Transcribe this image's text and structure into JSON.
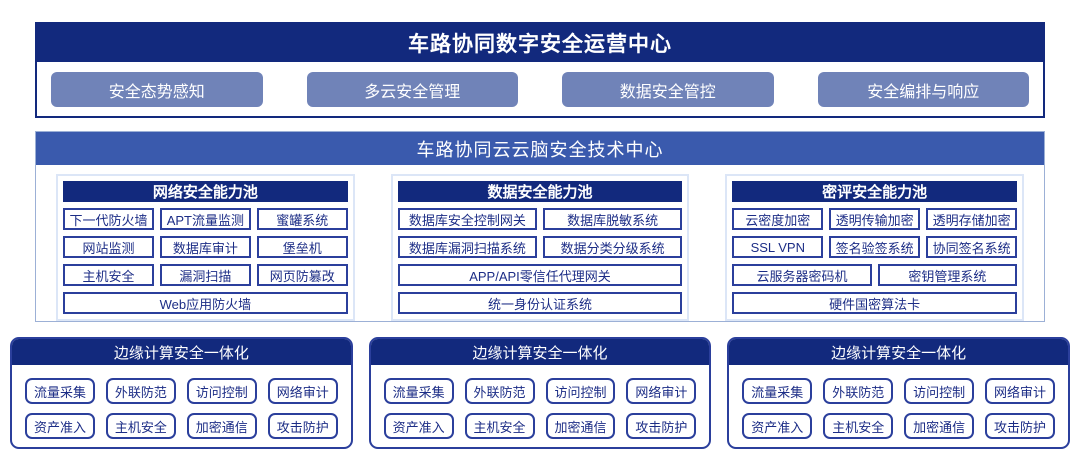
{
  "colors": {
    "navy": "#12297d",
    "mid_blue": "#3a5aad",
    "btn_slate": "#7083b8",
    "item_border": "#2b3f9c",
    "item_text": "#1c2d86",
    "pool_border": "#dce6f7",
    "section_border": "#9cb0d6"
  },
  "operations_center": {
    "title": "车路协同数字安全运营中心",
    "buttons": [
      "安全态势感知",
      "多云安全管理",
      "数据安全管控",
      "安全编排与响应"
    ]
  },
  "tech_center": {
    "title": "车路协同云云脑安全技术中心",
    "pools": [
      {
        "title": "网络安全能力池",
        "rows": [
          {
            "items": [
              "下一代防火墙",
              "APT流量监测",
              "蜜罐系统"
            ]
          },
          {
            "items": [
              "网站监测",
              "数据库审计",
              "堡垒机"
            ]
          },
          {
            "items": [
              "主机安全",
              "漏洞扫描",
              "网页防篡改"
            ]
          },
          {
            "items": [
              "Web应用防火墙"
            ]
          }
        ]
      },
      {
        "title": "数据安全能力池",
        "rows": [
          {
            "items": [
              "数据库安全控制网关",
              "数据库脱敏系统"
            ]
          },
          {
            "items": [
              "数据库漏洞扫描系统",
              "数据分类分级系统"
            ]
          },
          {
            "items": [
              "APP/API零信任代理网关"
            ]
          },
          {
            "items": [
              "统一身份认证系统"
            ]
          }
        ]
      },
      {
        "title": "密评安全能力池",
        "rows": [
          {
            "items": [
              "云密度加密",
              "透明传输加密",
              "透明存储加密"
            ]
          },
          {
            "items": [
              "SSL VPN",
              "签名验签系统",
              "协同签名系统"
            ]
          },
          {
            "items": [
              "云服务器密码机",
              "密钥管理系统"
            ]
          },
          {
            "items": [
              "硬件国密算法卡"
            ]
          }
        ]
      }
    ]
  },
  "edge_boxes": [
    {
      "title": "边缘计算安全一体化",
      "chips": [
        "流量采集",
        "外联防范",
        "访问控制",
        "网络审计",
        "资产准入",
        "主机安全",
        "加密通信",
        "攻击防护"
      ]
    },
    {
      "title": "边缘计算安全一体化",
      "chips": [
        "流量采集",
        "外联防范",
        "访问控制",
        "网络审计",
        "资产准入",
        "主机安全",
        "加密通信",
        "攻击防护"
      ]
    },
    {
      "title": "边缘计算安全一体化",
      "chips": [
        "流量采集",
        "外联防范",
        "访问控制",
        "网络审计",
        "资产准入",
        "主机安全",
        "加密通信",
        "攻击防护"
      ]
    }
  ]
}
